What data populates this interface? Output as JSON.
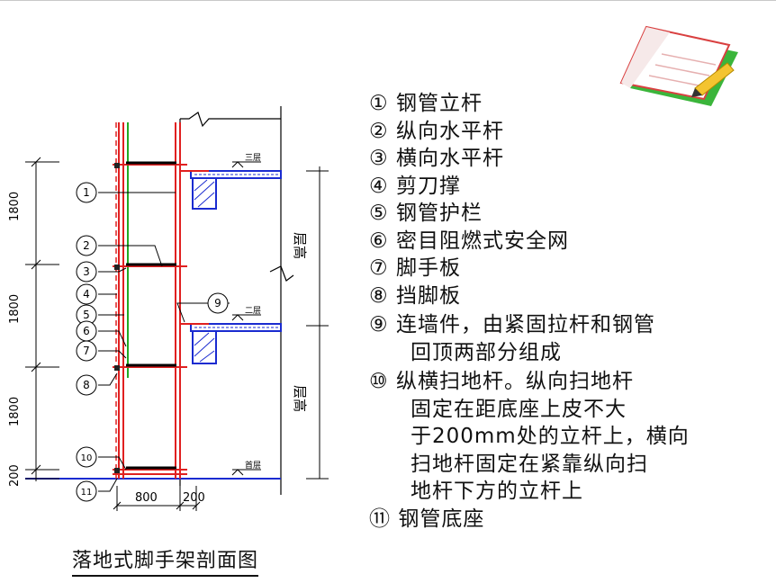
{
  "caption": "落地式脚手架剖面图",
  "legend": [
    {
      "num": "①",
      "text": "钢管立杆"
    },
    {
      "num": "②",
      "text": "纵向水平杆"
    },
    {
      "num": "③",
      "text": "横向水平杆"
    },
    {
      "num": "④",
      "text": "剪刀撑"
    },
    {
      "num": "⑤",
      "text": "钢管护栏"
    },
    {
      "num": "⑥",
      "text": "密目阻燃式安全网"
    },
    {
      "num": "⑦",
      "text": "脚手板"
    },
    {
      "num": "⑧",
      "text": "挡脚板"
    },
    {
      "num": "⑨",
      "text": "连墙件，由紧固拉杆和钢管",
      "cont": [
        "回顶两部分组成"
      ]
    },
    {
      "num": "⑩",
      "text": "纵横扫地杆。纵向扫地杆",
      "cont": [
        "固定在距底座上皮不大",
        "于200mm处的立杆上，横向",
        "扫地杆固定在紧靠纵向扫",
        "地杆下方的立杆上"
      ]
    },
    {
      "num": "⑪",
      "text": "钢管底座"
    }
  ],
  "diagram": {
    "vertical_dims": [
      "1800",
      "1800",
      "1800",
      "200"
    ],
    "horizontal_dims": [
      "800",
      "200"
    ],
    "callouts": [
      "1",
      "2",
      "3",
      "4",
      "5",
      "6",
      "7",
      "8",
      "9",
      "10",
      "11"
    ],
    "floor_labels": [
      "层高",
      "层高"
    ],
    "elevation_marks": [
      "三层",
      "二层",
      "首层"
    ]
  },
  "icons": {
    "top_right": "notebook-pencil-icon"
  },
  "colors": {
    "scaffold": "#e02020",
    "net": "#22aa22",
    "building": "#1a2bd0",
    "hatch": "#1a2bd0",
    "dim": "#000000"
  }
}
